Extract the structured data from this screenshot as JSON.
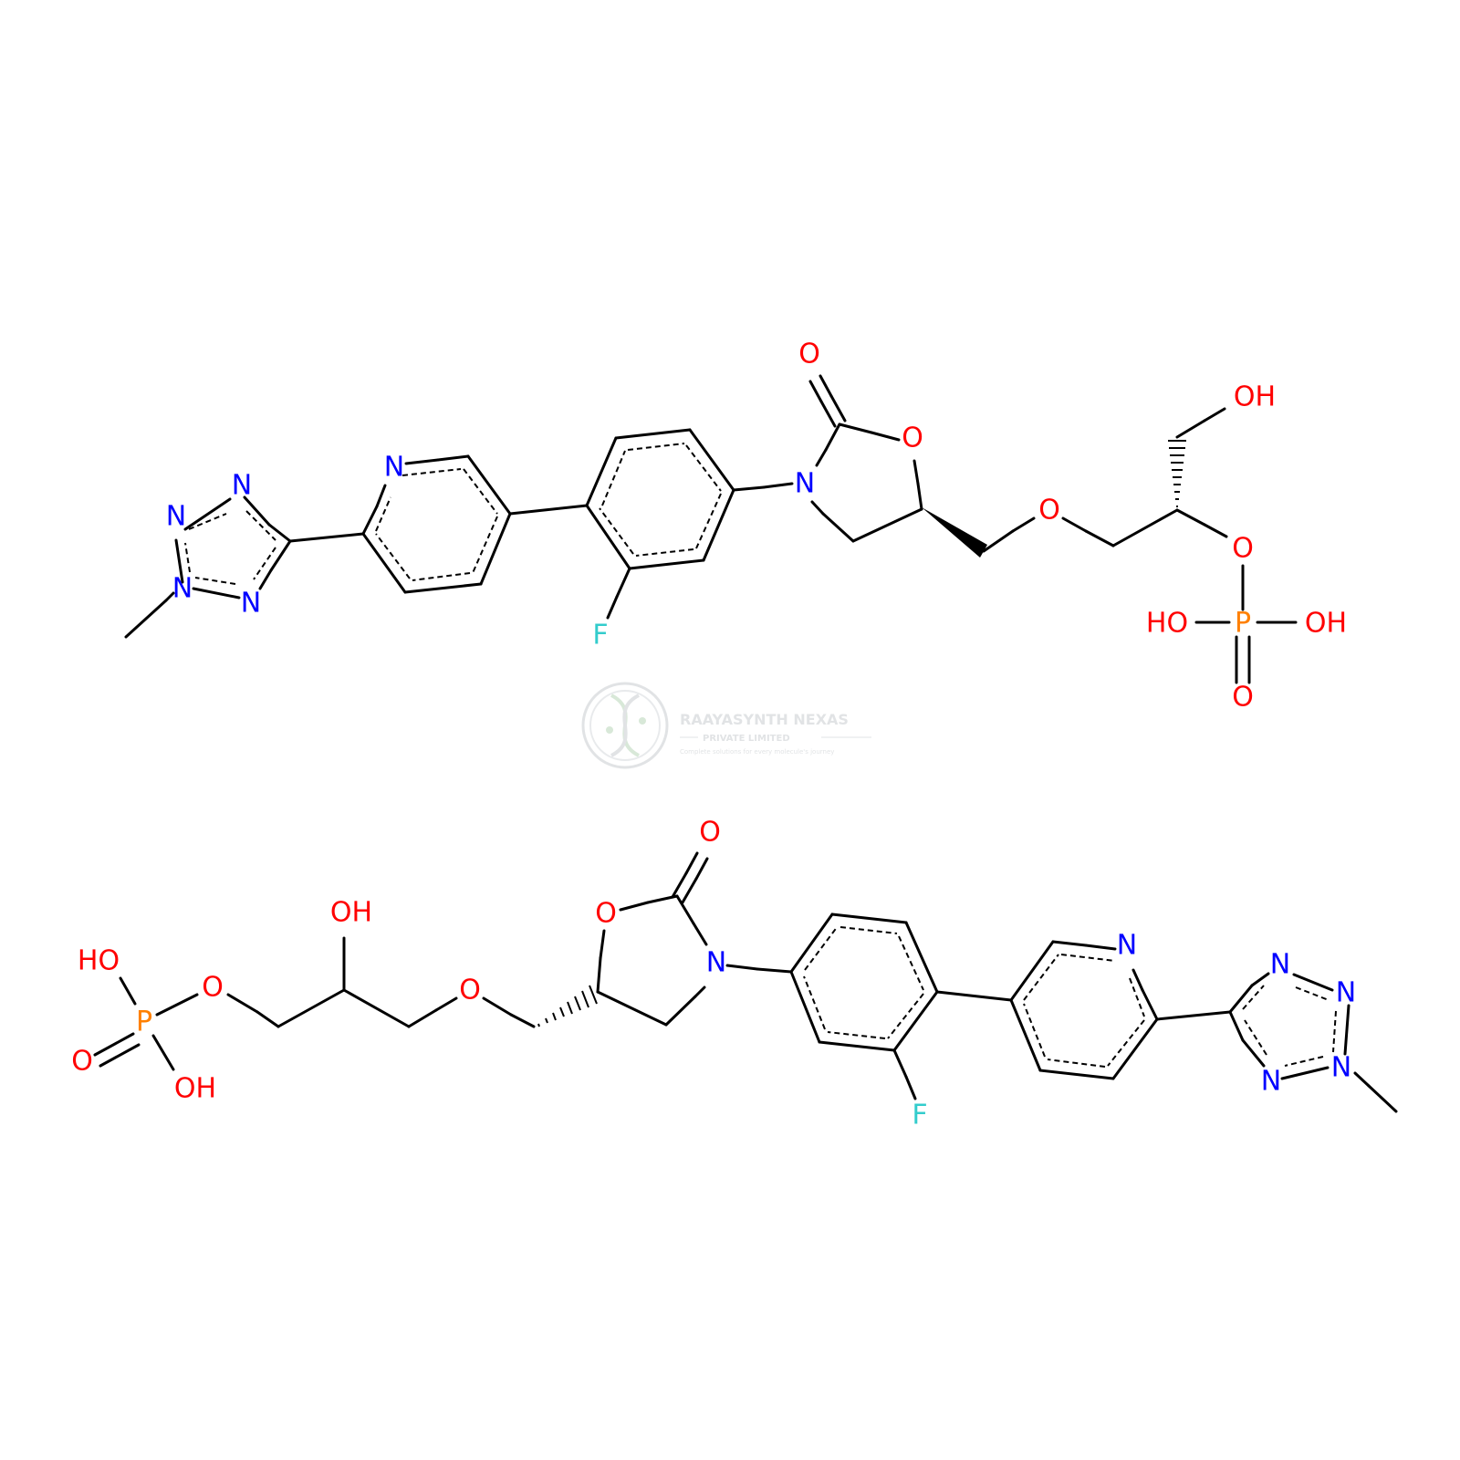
{
  "colors": {
    "carbon": "#000000",
    "nitrogen": "#0000ff",
    "oxygen": "#ff0000",
    "phosphorus": "#ff8000",
    "fluorine": "#33cccc",
    "watermark": "#c9cdd0"
  },
  "watermark": {
    "company": "RAAYASYNTH NEXAS",
    "subtitle": "PRIVATE LIMITED",
    "tagline": "Complete solutions for every molecule's journey",
    "logo_icon": "dna-helix-logo-icon"
  },
  "molecules": [
    {
      "name": "top",
      "labels": {
        "carbonyl_o": "O",
        "ring_o": "O",
        "ring_n": "N",
        "ether_o": "O",
        "oh_top": "OH",
        "phosphate_o": "O",
        "p": "P",
        "oh_left": "HO",
        "oh_right": "OH",
        "p_double_o": "O",
        "fluorine": "F",
        "pyridine_n": "N",
        "tz_n1": "N",
        "tz_n2": "N",
        "tz_n3": "N",
        "tz_n4": "N"
      }
    },
    {
      "name": "bottom",
      "labels": {
        "carbonyl_o": "O",
        "ring_o": "O",
        "ring_n": "N",
        "ether_o": "O",
        "oh_mid": "OH",
        "phosphate_o": "O",
        "p": "P",
        "oh_top": "HO",
        "oh_bottom": "OH",
        "p_double_o": "O",
        "fluorine": "F",
        "pyridine_n": "N",
        "tz_n1": "N",
        "tz_n2": "N",
        "tz_n3": "N",
        "tz_n4": "N"
      }
    }
  ]
}
